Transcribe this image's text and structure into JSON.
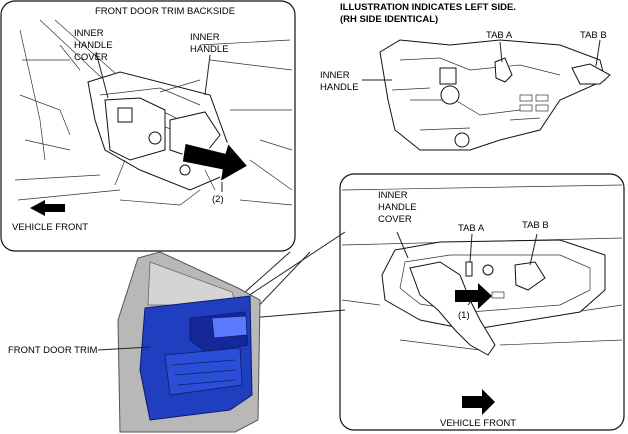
{
  "header": {
    "line1": "ILLUSTRATION INDICATES LEFT SIDE.",
    "line2": "(RH SIDE IDENTICAL)"
  },
  "top_left_panel": {
    "title": "FRONT DOOR TRIM BACKSIDE",
    "inner_handle_cover": [
      "INNER",
      "HANDLE",
      "COVER"
    ],
    "inner_handle": [
      "INNER",
      "HANDLE"
    ],
    "step": "(2)",
    "vehicle_front": "VEHICLE FRONT"
  },
  "top_right_panel": {
    "tab_a": "TAB A",
    "tab_b": "TAB B",
    "inner_handle": [
      "INNER",
      "HANDLE"
    ]
  },
  "bottom_right_panel": {
    "inner_handle_cover": [
      "INNER",
      "HANDLE",
      "COVER"
    ],
    "tab_a": "TAB A",
    "tab_b": "TAB B",
    "step": "(1)",
    "vehicle_front": "VEHICLE FRONT"
  },
  "door": {
    "label": "FRONT DOOR TRIM"
  },
  "colors": {
    "trim_blue": "#1f3fc0",
    "trim_blue_dark": "#14289a",
    "door_gray": "#b8b8b8",
    "arrow": "#000000"
  }
}
